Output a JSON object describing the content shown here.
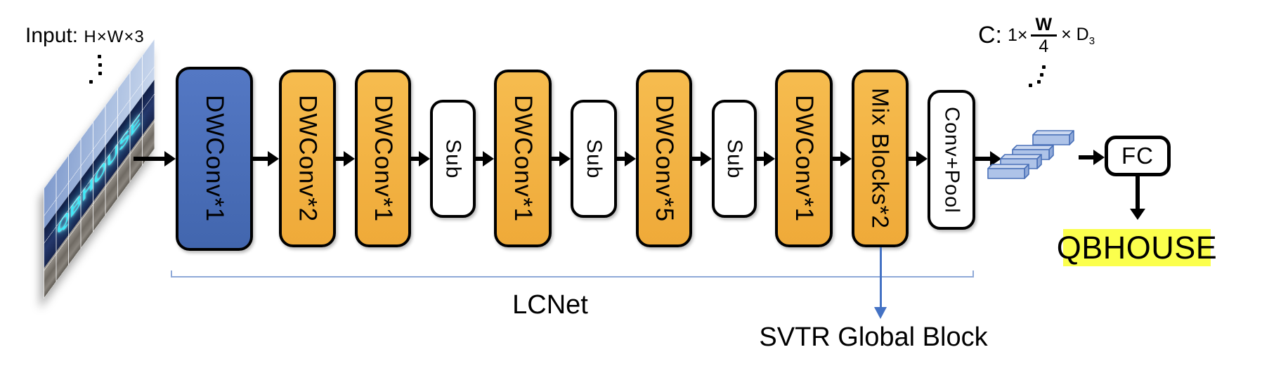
{
  "input": {
    "label_prefix": "Input:",
    "dims": "H×W×3",
    "image_text": "QBHOUSE"
  },
  "pipeline": {
    "blocks": [
      {
        "label": "DWConv*1",
        "type": "blue"
      },
      {
        "label": "DWConv*2",
        "type": "orange"
      },
      {
        "label": "DWConv*1",
        "type": "orange"
      },
      {
        "label": "Sub",
        "type": "white"
      },
      {
        "label": "DWConv*1",
        "type": "orange"
      },
      {
        "label": "Sub",
        "type": "white"
      },
      {
        "label": "DWConv*5",
        "type": "orange"
      },
      {
        "label": "Sub",
        "type": "white"
      },
      {
        "label": "DWConv*1",
        "type": "orange"
      },
      {
        "label": "Mix Blocks*2",
        "type": "orange"
      },
      {
        "label": "Conv+Pool",
        "type": "white"
      }
    ]
  },
  "labels": {
    "lcnet": "LCNet",
    "svtr": "SVTR Global Block"
  },
  "output": {
    "feature": {
      "prefix": "C:",
      "pre": "1×",
      "numerator": "W",
      "denominator": "4",
      "post": "× D",
      "post_sub": "3"
    },
    "fc_label": "FC",
    "result_text": "QBHOUSE"
  },
  "colors": {
    "block_blue": "#4C72BE",
    "block_orange": "#F2B143",
    "block_white": "#FFFFFF",
    "outline_black": "#000000",
    "bracket_blue": "#8FA9D8",
    "svtr_arrow_blue": "#4472C4",
    "feature_bar_fill": "#AEC3E8",
    "feature_bar_edge": "#4A71B8",
    "result_highlight_yellow": "#FBFF4D",
    "neon_text_cyan": "#41E9F7"
  }
}
